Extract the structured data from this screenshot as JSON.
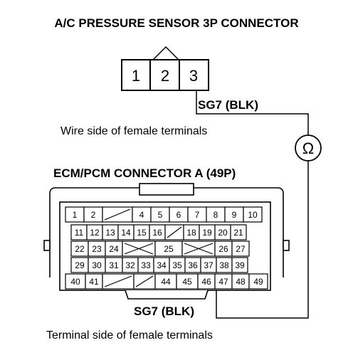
{
  "top_connector": {
    "title": "A/C PRESSURE SENSOR 3P CONNECTOR",
    "pins": [
      "1",
      "2",
      "3"
    ],
    "wire_label": "SG7 (BLK)",
    "caption": "Wire side of female terminals"
  },
  "meter": {
    "symbol": "Ω"
  },
  "ecm_connector": {
    "title": "ECM/PCM CONNECTOR A (49P)",
    "wire_label": "SG7 (BLK)",
    "caption": "Terminal side of female terminals",
    "rows": [
      [
        "1",
        "2",
        "",
        "4",
        "5",
        "6",
        "7",
        "8",
        "9",
        "10"
      ],
      [
        "11",
        "12",
        "13",
        "14",
        "15",
        "16",
        "",
        "18",
        "19",
        "20",
        "21"
      ],
      [
        "22",
        "23",
        "24",
        "",
        "",
        "25",
        "",
        "",
        "26",
        "27"
      ],
      [
        "29",
        "30",
        "31",
        "32",
        "33",
        "34",
        "35",
        "36",
        "37",
        "38",
        "39"
      ],
      [
        "40",
        "41",
        "",
        "",
        "44",
        "45",
        "46",
        "47",
        "48",
        "49"
      ]
    ]
  }
}
